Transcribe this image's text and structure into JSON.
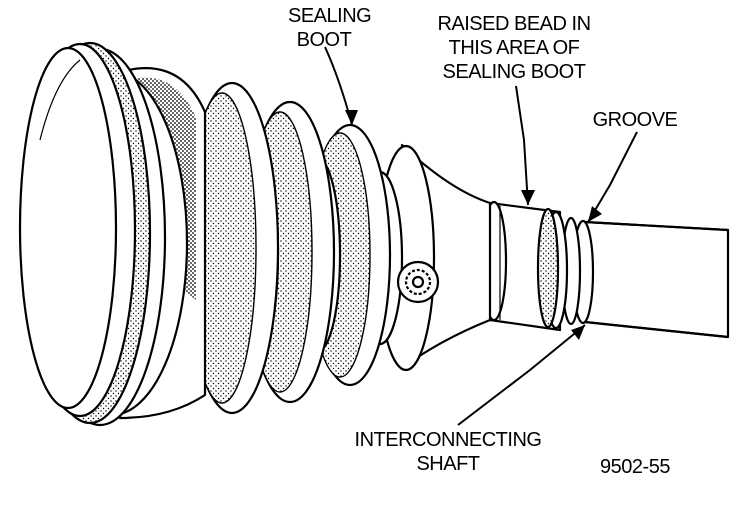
{
  "labels": {
    "sealing_boot": [
      "SEALING",
      "BOOT"
    ],
    "raised_bead": [
      "RAISED BEAD IN",
      "THIS AREA OF",
      "SEALING BOOT"
    ],
    "groove": [
      "GROOVE"
    ],
    "interconnecting_shaft": [
      "INTERCONNECTING",
      "SHAFT"
    ]
  },
  "figure_number": "9502-55",
  "colors": {
    "ink": "#000000",
    "paper": "#ffffff",
    "shade": "#9a9a9a"
  }
}
